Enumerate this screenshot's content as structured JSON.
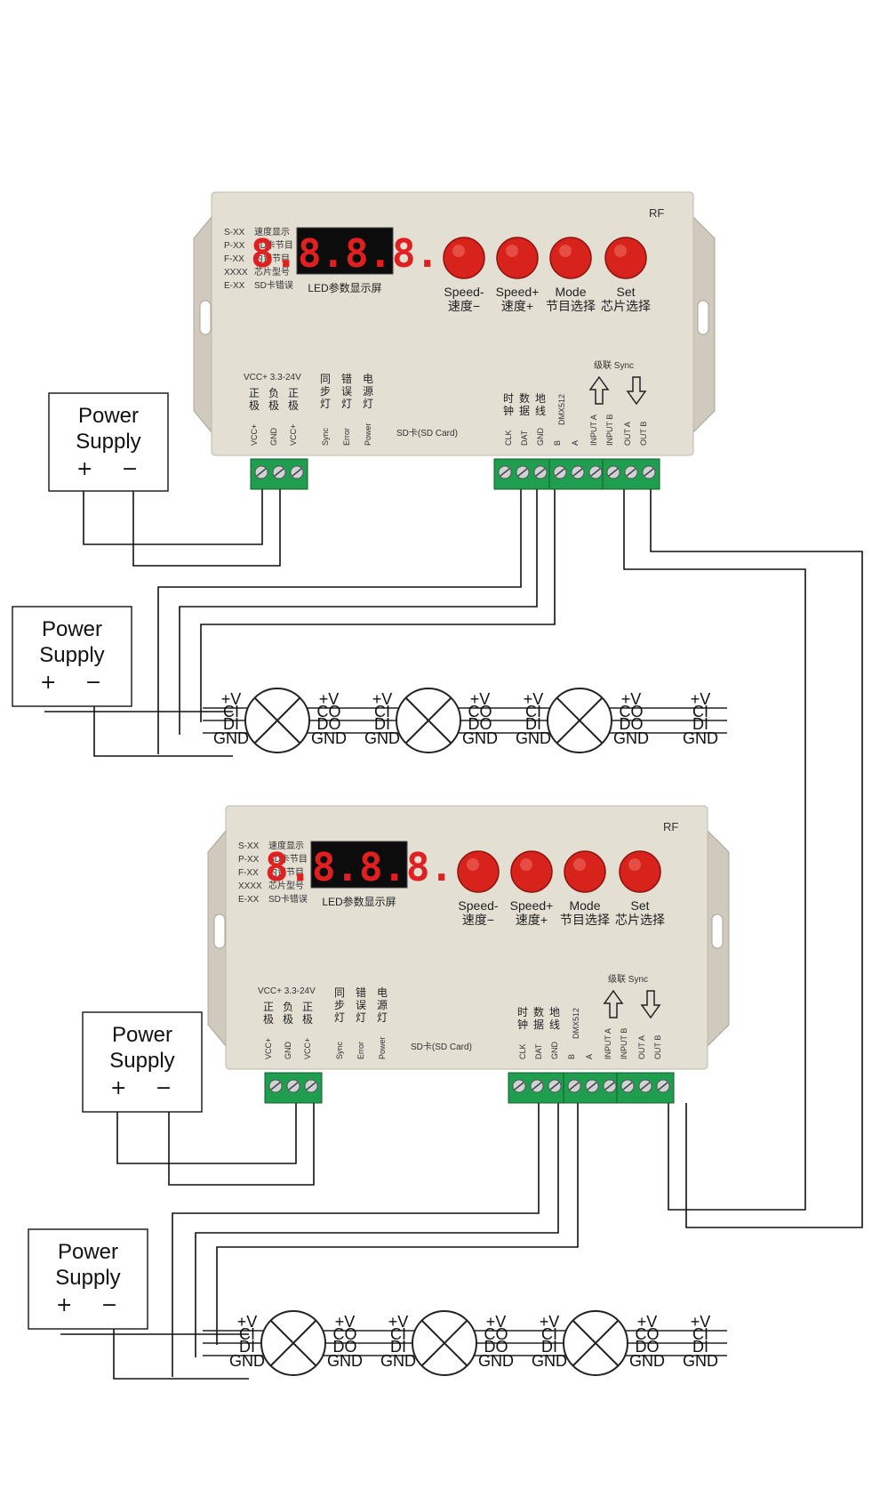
{
  "power_supply": {
    "line1": "Power",
    "line2": "Supply",
    "plus": "+",
    "minus": "−"
  },
  "controller": {
    "rf": "RF",
    "codes": [
      {
        "code": "S-XX",
        "desc": "速度显示"
      },
      {
        "code": "P-XX",
        "desc": "SD卡节目"
      },
      {
        "code": "F-XX",
        "desc": "内置节目"
      },
      {
        "code": "XXXX",
        "desc": "芯片型号"
      },
      {
        "code": "E-XX",
        "desc": "SD卡错误"
      }
    ],
    "display_digits": "8.8.8.8.",
    "display_caption": "LED参数显示屏",
    "buttons": [
      {
        "en": "Speed-",
        "cn": "速度−"
      },
      {
        "en": "Speed+",
        "cn": "速度+"
      },
      {
        "en": "Mode",
        "cn": "节目选择"
      },
      {
        "en": "Set",
        "cn": "芯片选择"
      }
    ],
    "voltage": "VCC+ 3.3-24V",
    "power_cols": [
      "正\n极",
      "负\n极",
      "正\n极"
    ],
    "power_pins": [
      "VCC+",
      "GND",
      "VCC+"
    ],
    "indicator_cols": [
      "同\n步\n灯",
      "错\n误\n灯",
      "电\n源\n灯"
    ],
    "indicator_names": [
      "Sync",
      "Error",
      "Power"
    ],
    "sd_card": "SD卡(SD Card)",
    "sync_label": "级联 Sync",
    "signal_cols": [
      "时\n钟",
      "数\n据",
      "地\n线"
    ],
    "signal_pins": [
      "CLK",
      "DAT",
      "GND"
    ],
    "dmx": "DMX512",
    "dmx_pins": [
      "B",
      "A"
    ],
    "sync_pins": [
      "INPUT A",
      "INPUT B",
      "OUT A",
      "OUT B"
    ]
  },
  "pixel_pins": {
    "vplus": "+V",
    "in_labels": [
      "CI",
      "DI",
      "GND"
    ],
    "out_labels": [
      "CO",
      "DO",
      "GND"
    ]
  }
}
